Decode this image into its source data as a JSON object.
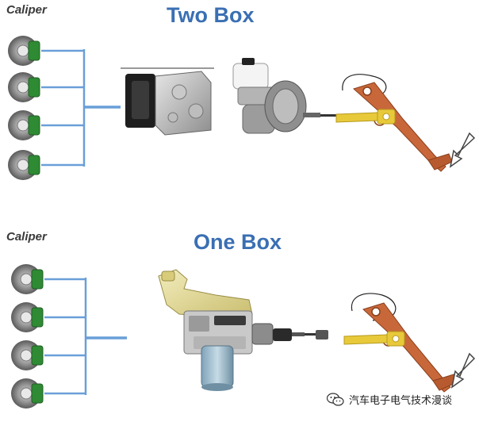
{
  "two_box": {
    "caliper_label": "Caliper",
    "title": "Two Box"
  },
  "one_box": {
    "caliper_label": "Caliper",
    "title": "One Box"
  },
  "watermark": {
    "text": "汽车电子电气技术漫谈",
    "icon": "wechat-icon"
  },
  "colors": {
    "title_blue": "#3a6fb3",
    "line_blue": "#6a9fd8",
    "caliper_green": "#2f8a34",
    "pedal_orange": "#c8683a",
    "rod_yellow": "#e8c93a"
  }
}
